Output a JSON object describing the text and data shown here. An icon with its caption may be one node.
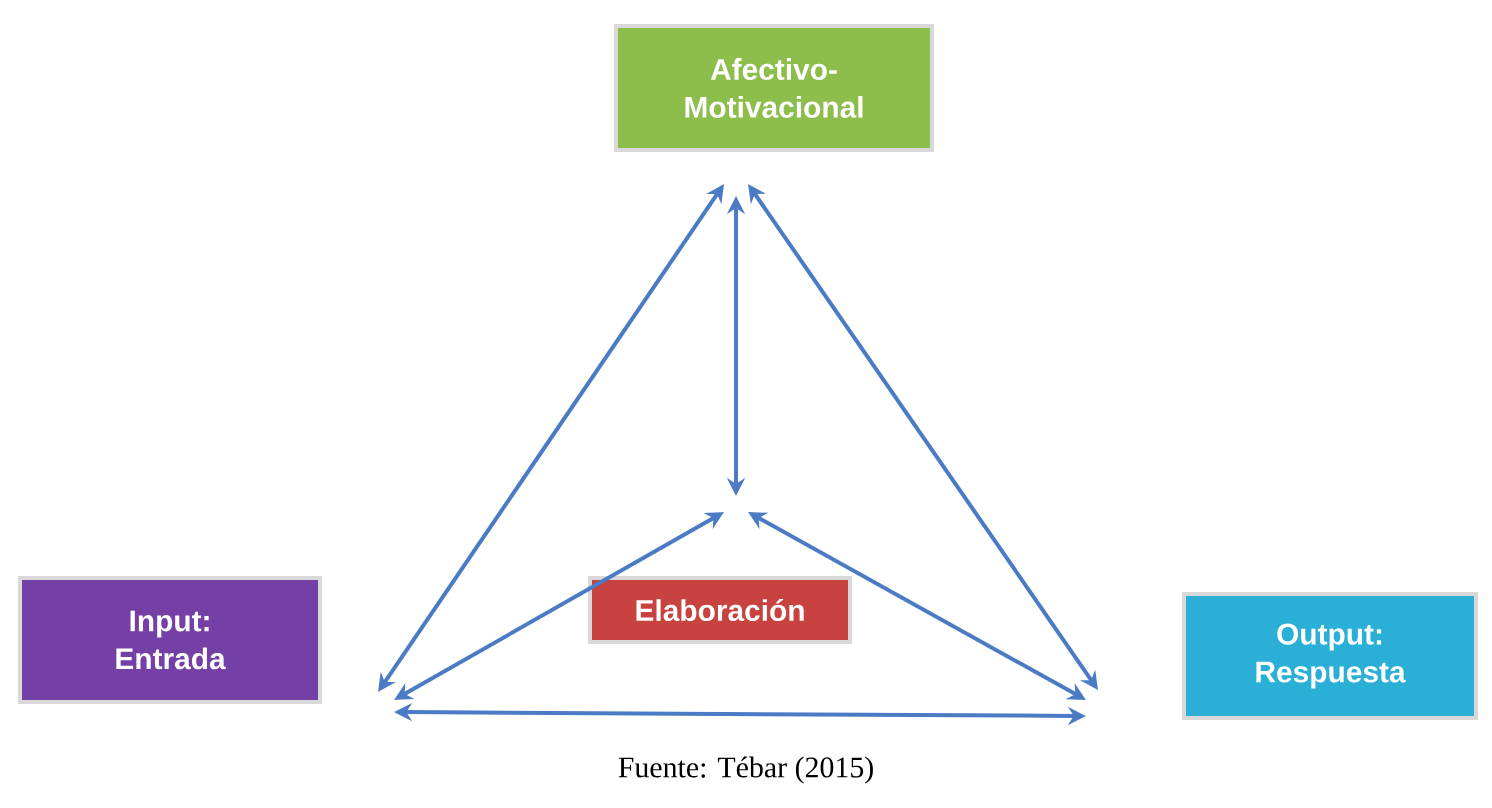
{
  "diagram": {
    "caption": "Fuente: Tébar (2015)",
    "nodes": [
      {
        "text": [
          "Afectivo-Motivacional"
        ]
      },
      {
        "text": [
          "Input: Entrada"
        ]
      },
      {
        "text": [
          "Elaboración"
        ]
      },
      {
        "text": [
          "Output: Respuesta"
        ]
      }
    ],
    "edges": [
      {
        "from": 0,
        "to": 2,
        "arrow": "both"
      },
      {
        "from": 1,
        "to": 2,
        "arrow": "both"
      },
      {
        "from": 3,
        "to": 2,
        "arrow": "both"
      },
      {
        "from": 0,
        "to": 1,
        "arrow": "both"
      },
      {
        "from": 0,
        "to": 3,
        "arrow": "both"
      },
      {
        "from": 1,
        "to": 3,
        "arrow": "both"
      }
    ]
  }
}
